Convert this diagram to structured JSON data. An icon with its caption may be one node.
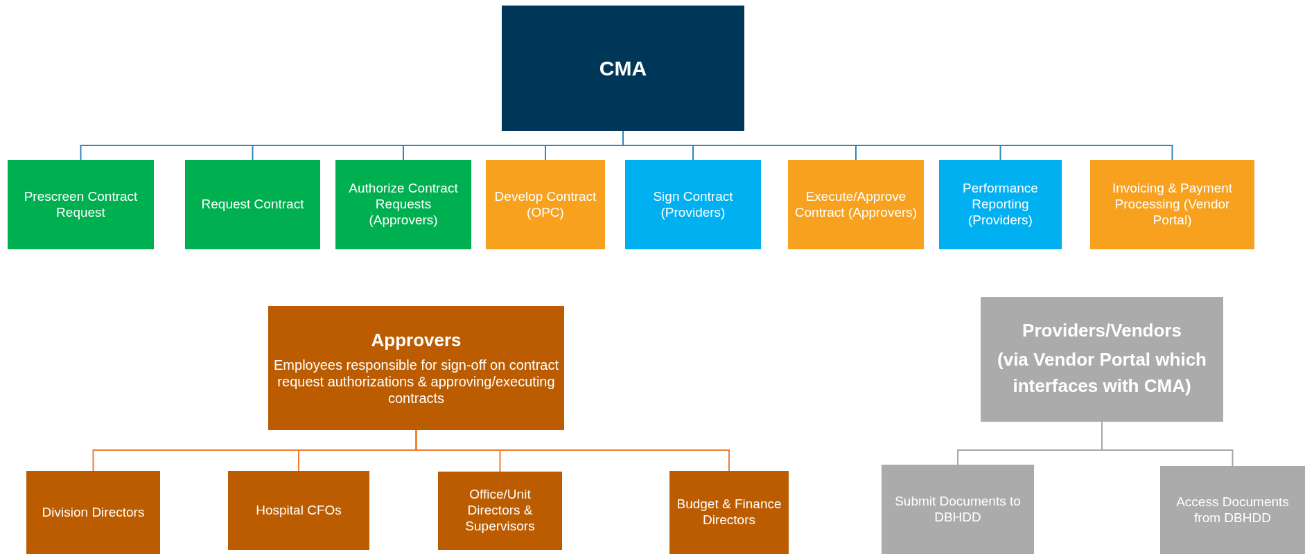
{
  "diagram": {
    "nodes": [
      {
        "text": [
          "CMA"
        ]
      },
      {
        "text": [
          "Prescreen Contract Request"
        ]
      },
      {
        "text": [
          "Request Contract"
        ]
      },
      {
        "text": [
          "Authorize Contract Requests (Approvers)"
        ]
      },
      {
        "text": [
          "Develop Contract (OPC)"
        ]
      },
      {
        "text": [
          "Sign Contract (Providers)"
        ]
      },
      {
        "text": [
          "Execute/Approve Contract (Approvers)"
        ]
      },
      {
        "text": [
          "Performance Reporting (Providers)"
        ]
      },
      {
        "text": [
          "Invoicing & Payment Processing (Vendor Portal)"
        ]
      },
      {
        "text": [
          "Approvers",
          "Employees responsible for sign-off on contract request authorizations & approving/executing contracts"
        ]
      },
      {
        "text": [
          "Division Directors"
        ]
      },
      {
        "text": [
          "Hospital CFOs"
        ]
      },
      {
        "text": [
          "Office/Unit Directors & Supervisors"
        ]
      },
      {
        "text": [
          "Budget & Finance Directors"
        ]
      },
      {
        "text": [
          "Providers/Vendors",
          "(via Vendor Portal which interfaces with CMA)"
        ]
      },
      {
        "text": [
          "Submit Documents to DBHDD"
        ]
      },
      {
        "text": [
          "Access Documents from DBHDD"
        ]
      }
    ],
    "edges": [
      {
        "from": 0,
        "to": 1,
        "arrow": "none"
      },
      {
        "from": 0,
        "to": 2,
        "arrow": "none"
      },
      {
        "from": 0,
        "to": 3,
        "arrow": "none"
      },
      {
        "from": 0,
        "to": 4,
        "arrow": "none"
      },
      {
        "from": 0,
        "to": 5,
        "arrow": "none"
      },
      {
        "from": 0,
        "to": 6,
        "arrow": "none"
      },
      {
        "from": 0,
        "to": 7,
        "arrow": "none"
      },
      {
        "from": 0,
        "to": 8,
        "arrow": "none"
      },
      {
        "from": 9,
        "to": 10,
        "arrow": "none",
        "color": "#ed7d31"
      },
      {
        "from": 9,
        "to": 11,
        "arrow": "none",
        "color": "#ed7d31"
      },
      {
        "from": 9,
        "to": 12,
        "arrow": "none",
        "color": "#ed7d31"
      },
      {
        "from": 9,
        "to": 13,
        "arrow": "none",
        "color": "#ed7d31"
      },
      {
        "from": 14,
        "to": 15,
        "arrow": "none",
        "color": "#a6a6a6"
      },
      {
        "from": 14,
        "to": 16,
        "arrow": "none",
        "color": "#a6a6a6"
      }
    ]
  }
}
